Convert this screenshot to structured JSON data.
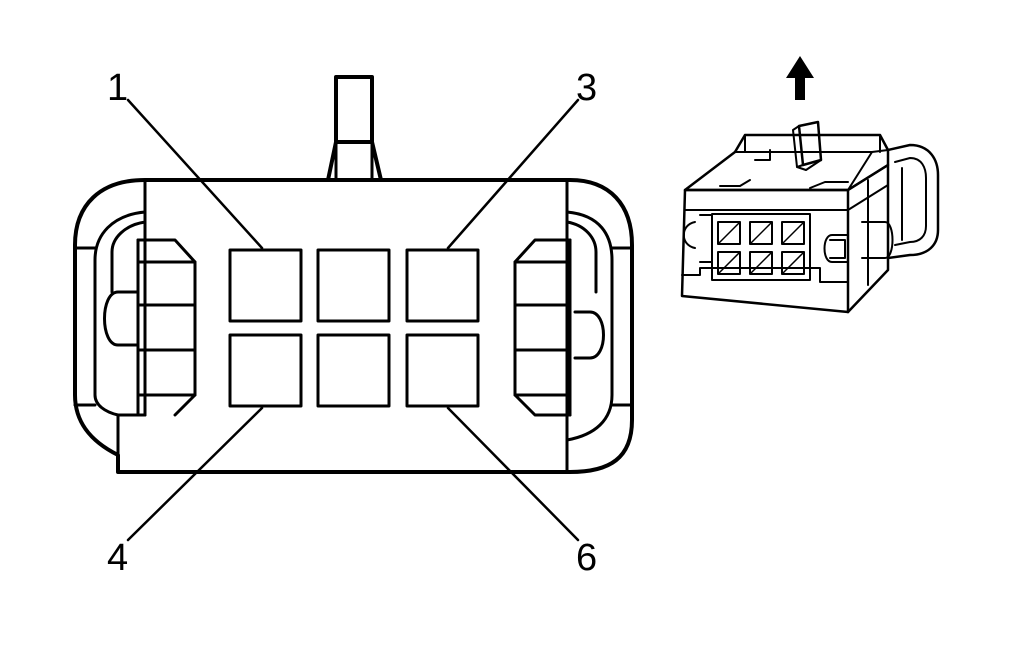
{
  "diagram": {
    "pin_labels": {
      "pin1": "1",
      "pin3": "3",
      "pin4": "4",
      "pin6": "6"
    },
    "colors": {
      "line": "#000000",
      "background": "#ffffff"
    },
    "icons": {
      "direction": "arrow-up-icon"
    }
  }
}
